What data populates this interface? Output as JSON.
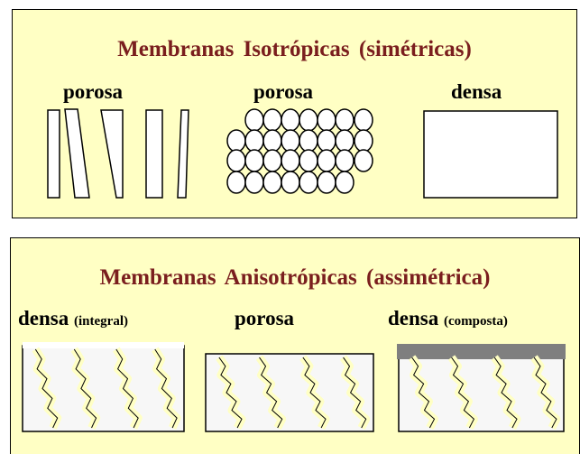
{
  "top_panel": {
    "title": "Membranas  Isotrópicas  (simétricas)",
    "labels": [
      "porosa",
      "porosa",
      "densa"
    ]
  },
  "bottom_panel": {
    "title": "Membranas  Anisotrópicas  (assimétrica)",
    "label_dense_integral_main": "densa",
    "label_dense_integral_sub": "(integral)",
    "label_porous": "porosa",
    "label_dense_composite_main": "densa",
    "label_dense_composite_sub": "(composta)"
  },
  "colors": {
    "panel_background": "#ffffc4",
    "title_color": "#7a1e1e",
    "pore_fill": "#ffffff",
    "skin_layer": "#7f7f7f"
  }
}
